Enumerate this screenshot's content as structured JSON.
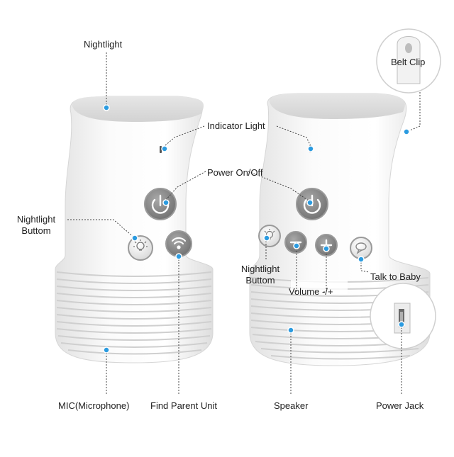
{
  "labels": {
    "nightlight": "Nightlight",
    "indicator_light": "Indicator Light",
    "power_on_off": "Power On/Off",
    "nightlight_button_left_line1": "Nightlight",
    "nightlight_button_left_line2": "Buttom",
    "belt_clip": "Belt Clip",
    "nightlight_button_right_line1": "Nightlight",
    "nightlight_button_right_line2": "Buttom",
    "volume": "Volume -/+",
    "talk_to_baby": "Talk to Baby",
    "mic": "MIC(Microphone)",
    "find_parent_unit": "Find Parent Unit",
    "speaker": "Speaker",
    "power_jack": "Power Jack"
  },
  "colors": {
    "callout_dot": "#2b9be0",
    "leader_line": "#444444",
    "device_body": "#f4f4f4",
    "device_shadow": "#dcdcdc",
    "button_gray": "#8c8c8c"
  }
}
